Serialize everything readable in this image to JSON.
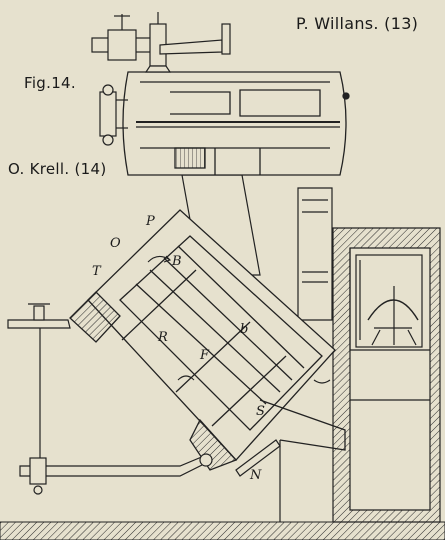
{
  "figure": {
    "fig_label": "Fig.14.",
    "credit_top": "P. Willans. (13)",
    "credit_left": "O. Krell. (14)"
  },
  "part_letters": {
    "P": "P",
    "O": "O",
    "T": "T",
    "B": "B",
    "R": "R",
    "F": "F",
    "b": "b",
    "S": "S",
    "N": "N"
  }
}
